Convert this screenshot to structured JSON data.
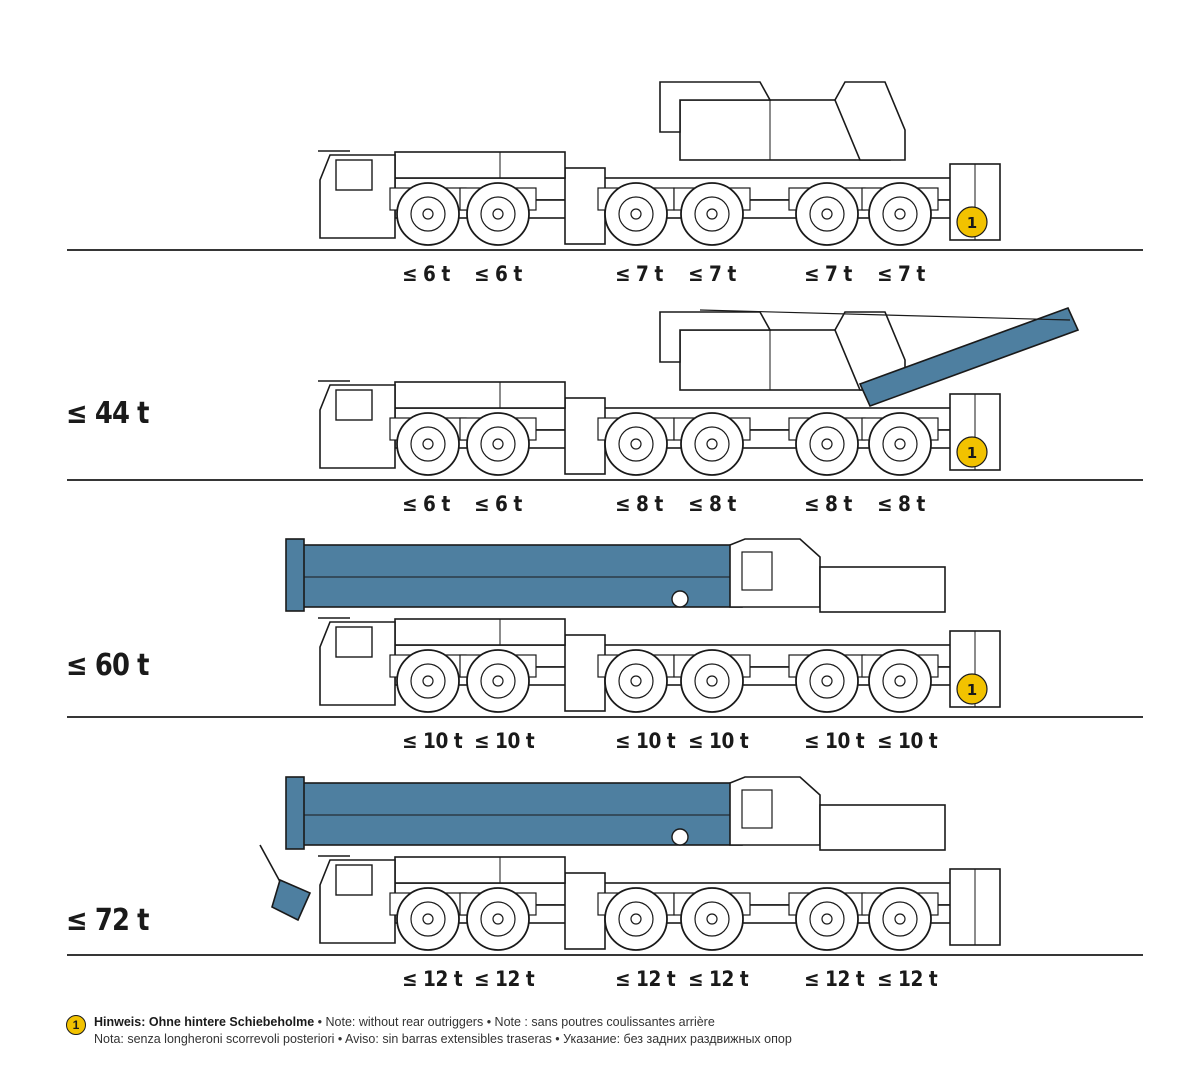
{
  "configs": [
    {
      "id": "config-1",
      "total_label": "",
      "axle_loads": [
        "≤ 6 t",
        "≤ 6 t",
        "≤ 7 t",
        "≤ 7 t",
        "≤ 7 t",
        "≤ 7 t"
      ],
      "note_marker": "1",
      "variant": "superstructure-no-boom"
    },
    {
      "id": "config-2",
      "total_label": "≤ 44 t",
      "axle_loads": [
        "≤ 6 t",
        "≤ 6 t",
        "≤ 8 t",
        "≤ 8 t",
        "≤ 8 t",
        "≤ 8 t"
      ],
      "note_marker": "1",
      "variant": "superstructure-with-boom-raised"
    },
    {
      "id": "config-3",
      "total_label": "≤ 60 t",
      "axle_loads": [
        "≤ 10 t",
        "≤ 10 t",
        "≤ 10 t",
        "≤ 10 t",
        "≤ 10 t",
        "≤ 10 t"
      ],
      "note_marker": "1",
      "variant": "boom-stowed"
    },
    {
      "id": "config-4",
      "total_label": "≤ 72 t",
      "axle_loads": [
        "≤ 12 t",
        "≤ 12 t",
        "≤ 12 t",
        "≤ 12 t",
        "≤ 12 t",
        "≤ 12 t"
      ],
      "note_marker": "",
      "variant": "boom-stowed-with-hook"
    }
  ],
  "note": {
    "marker": "1",
    "line1_bold": "Hinweis: Ohne hintere Schiebeholme",
    "line1_rest": " • Note: without rear outriggers • Note : sans poutres coulissantes arrière",
    "line2": "Nota: senza longheroni scorrevoli posteriori • Aviso: sin barras extensibles traseras • Указание: без задних раздвижных опор"
  },
  "colors": {
    "boom_blue": "#4e7fa0",
    "marker_yellow": "#f2c200",
    "line": "#1a1a1a"
  }
}
